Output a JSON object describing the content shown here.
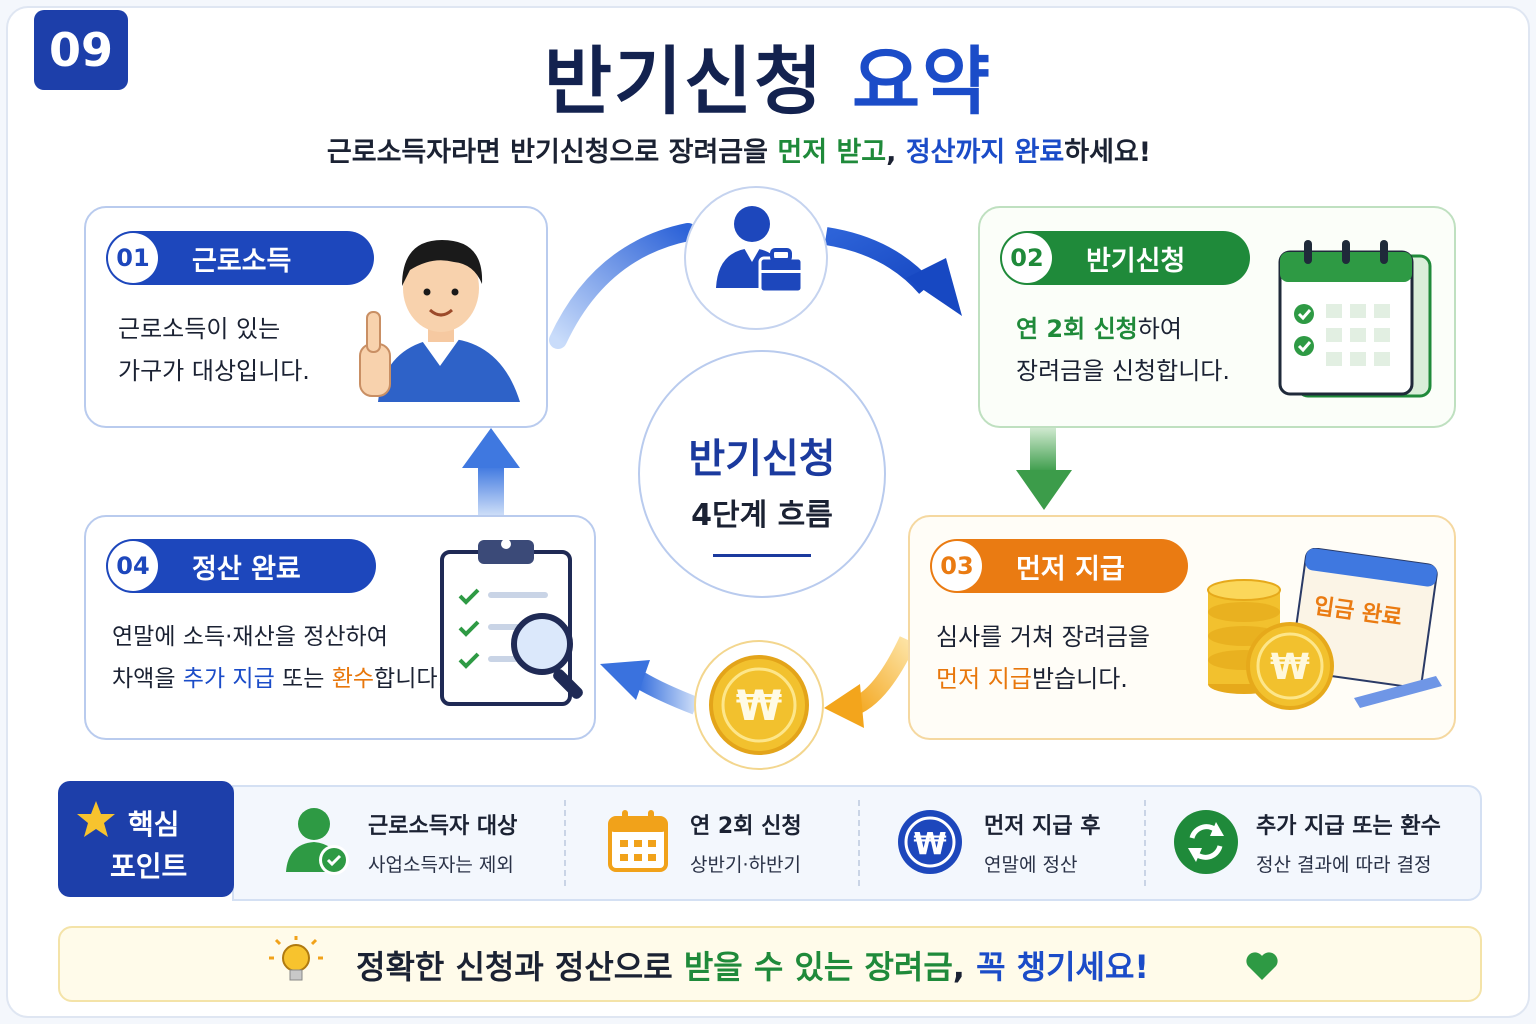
{
  "badge": "09",
  "title": {
    "part1": "반기신청",
    "part2": "요약"
  },
  "subtitle": {
    "s1": "근로소득자라면 반기신청으로 장려금을 ",
    "s2": "먼저 받고",
    "s3": ", ",
    "s4": "정산까지 완료",
    "s5": "하세요!"
  },
  "center": {
    "title": "반기신청",
    "subtitle": "4단계 흐름"
  },
  "steps": [
    {
      "num": "01",
      "label": "근로소득",
      "line1": "근로소득이 있는",
      "line2": "가구가 대상입니다."
    },
    {
      "num": "02",
      "label": "반기신청",
      "line1_hl": "연 2회 신청",
      "line1_rest": "하여",
      "line2": "장려금을 신청합니다."
    },
    {
      "num": "03",
      "label": "먼저 지급",
      "line1": "심사를 거쳐 장려금을",
      "line2_hl": "먼저 지급",
      "line2_rest": "받습니다."
    },
    {
      "num": "04",
      "label": "정산 완료",
      "line1": "연말에 소득·재산을 정산하여",
      "line2_a": "차액을 ",
      "line2_b": "추가 지급",
      "line2_c": " 또는 ",
      "line2_d": "환수",
      "line2_e": "합니다."
    }
  ],
  "deposit_label": "입금 완료",
  "key_points": {
    "label_line1": "핵심",
    "label_line2": "포인트",
    "items": [
      {
        "title": "근로소득자 대상",
        "sub": "사업소득자는 제외"
      },
      {
        "title": "연 2회 신청",
        "sub": "상반기·하반기"
      },
      {
        "title": "먼저 지급 후",
        "sub": "연말에 정산"
      },
      {
        "title": "추가 지급 또는 환수",
        "sub": "정산 결과에 따라 결정"
      }
    ]
  },
  "tip": {
    "t1": "정확한 신청과 정산으로 ",
    "t2": "받을 수 있는 장려금",
    "t3": ", ",
    "t4": "꼭 챙기세요!"
  },
  "colors": {
    "navy": "#1d3faa",
    "blue": "#1b4cc8",
    "green": "#1f8a3a",
    "orange": "#ea7b12",
    "gold": "#f2c12e"
  }
}
